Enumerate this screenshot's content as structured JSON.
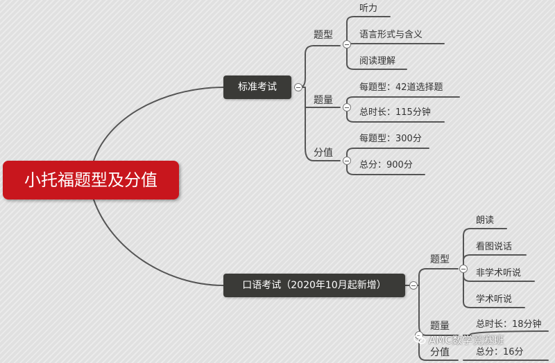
{
  "root": "小托福题型及分值",
  "standard": {
    "label": "标准考试",
    "types": {
      "label": "题型",
      "items": [
        "听力",
        "语言形式与含义",
        "阅读理解"
      ]
    },
    "amount": {
      "label": "题量",
      "items": [
        "每题型：42道选择题",
        "总时长：115分钟"
      ]
    },
    "score": {
      "label": "分值",
      "items": [
        "每题型：300分",
        "总分：900分"
      ]
    }
  },
  "speaking": {
    "label": "口语考试（2020年10月起新增）",
    "types": {
      "label": "题型",
      "items": [
        "朗读",
        "看图说话",
        "非学术听说",
        "学术听说"
      ]
    },
    "amount": {
      "label": "题量",
      "items": [
        "总时长：18分钟"
      ]
    },
    "score": {
      "label": "分值",
      "items": [
        "总分：16分"
      ]
    }
  },
  "watermark": "AMC数学竞赛班",
  "colors": {
    "root": "#c8161d",
    "main": "#3a3a37",
    "line": "#555555"
  }
}
